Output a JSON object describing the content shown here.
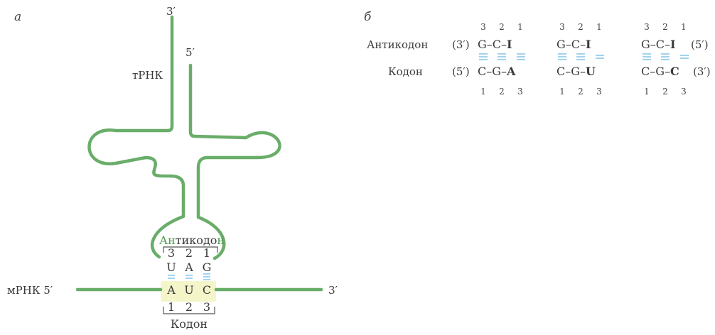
{
  "panel_a": {
    "letter": "а",
    "trna": {
      "label": "тРНК",
      "end3": "3′",
      "end5": "5′"
    },
    "mrna": {
      "label": "мРНК 5′",
      "end3": "3′"
    },
    "anticodon": {
      "label_green": "Ан",
      "label_rest": "тикодо",
      "label_tail": "н",
      "positions": [
        "3",
        "2",
        "1"
      ],
      "bases": [
        "U",
        "A",
        "G"
      ]
    },
    "codon": {
      "label": "Кодон",
      "positions": [
        "1",
        "2",
        "3"
      ],
      "bases": [
        "A",
        "U",
        "C"
      ]
    }
  },
  "panel_b": {
    "letter": "б",
    "row_anticodon_label": "Антикодон",
    "row_codon_label": "Кодон",
    "left_anticodon_end": "(3′)",
    "left_codon_end": "(5′)",
    "right_anticodon_end": "(5′)",
    "right_codon_end": "(3′)",
    "top_numbers": [
      "3",
      "2",
      "1"
    ],
    "bottom_numbers": [
      "1",
      "2",
      "3"
    ],
    "pairs": [
      {
        "anticodon": [
          "G",
          "–",
          "C",
          "–",
          "I"
        ],
        "codon": [
          "C",
          "–",
          "G",
          "–",
          "A"
        ]
      },
      {
        "anticodon": [
          "G",
          "–",
          "C",
          "–",
          "I"
        ],
        "codon": [
          "C",
          "–",
          "G",
          "–",
          "U"
        ]
      },
      {
        "anticodon": [
          "G",
          "–",
          "C",
          "–",
          "I"
        ],
        "codon": [
          "C",
          "–",
          "G",
          "–",
          "C"
        ]
      }
    ]
  },
  "colors": {
    "strand": "#69ad69",
    "hbond": "#8cc6ea",
    "highlight": "#f4f5c9",
    "text": "#3a3a3a"
  }
}
